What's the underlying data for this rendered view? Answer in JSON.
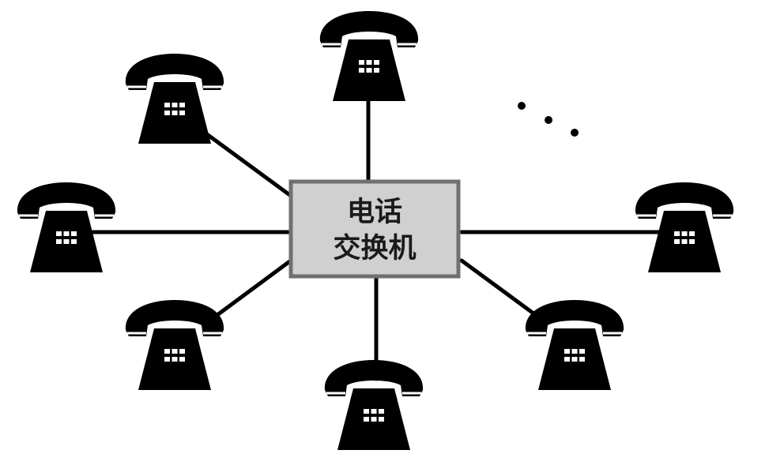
{
  "switch": {
    "line1": "电话",
    "line2": "交换机"
  },
  "phones": [
    {
      "name": "phone-top"
    },
    {
      "name": "phone-upper-left"
    },
    {
      "name": "phone-left"
    },
    {
      "name": "phone-lower-left"
    },
    {
      "name": "phone-bottom"
    },
    {
      "name": "phone-lower-right"
    },
    {
      "name": "phone-right"
    }
  ],
  "colors": {
    "phone": "#000000",
    "switch_fill": "#d0d0d0",
    "switch_border": "#707070"
  },
  "icons": [
    "telephone-icon",
    "ellipsis-icon"
  ]
}
